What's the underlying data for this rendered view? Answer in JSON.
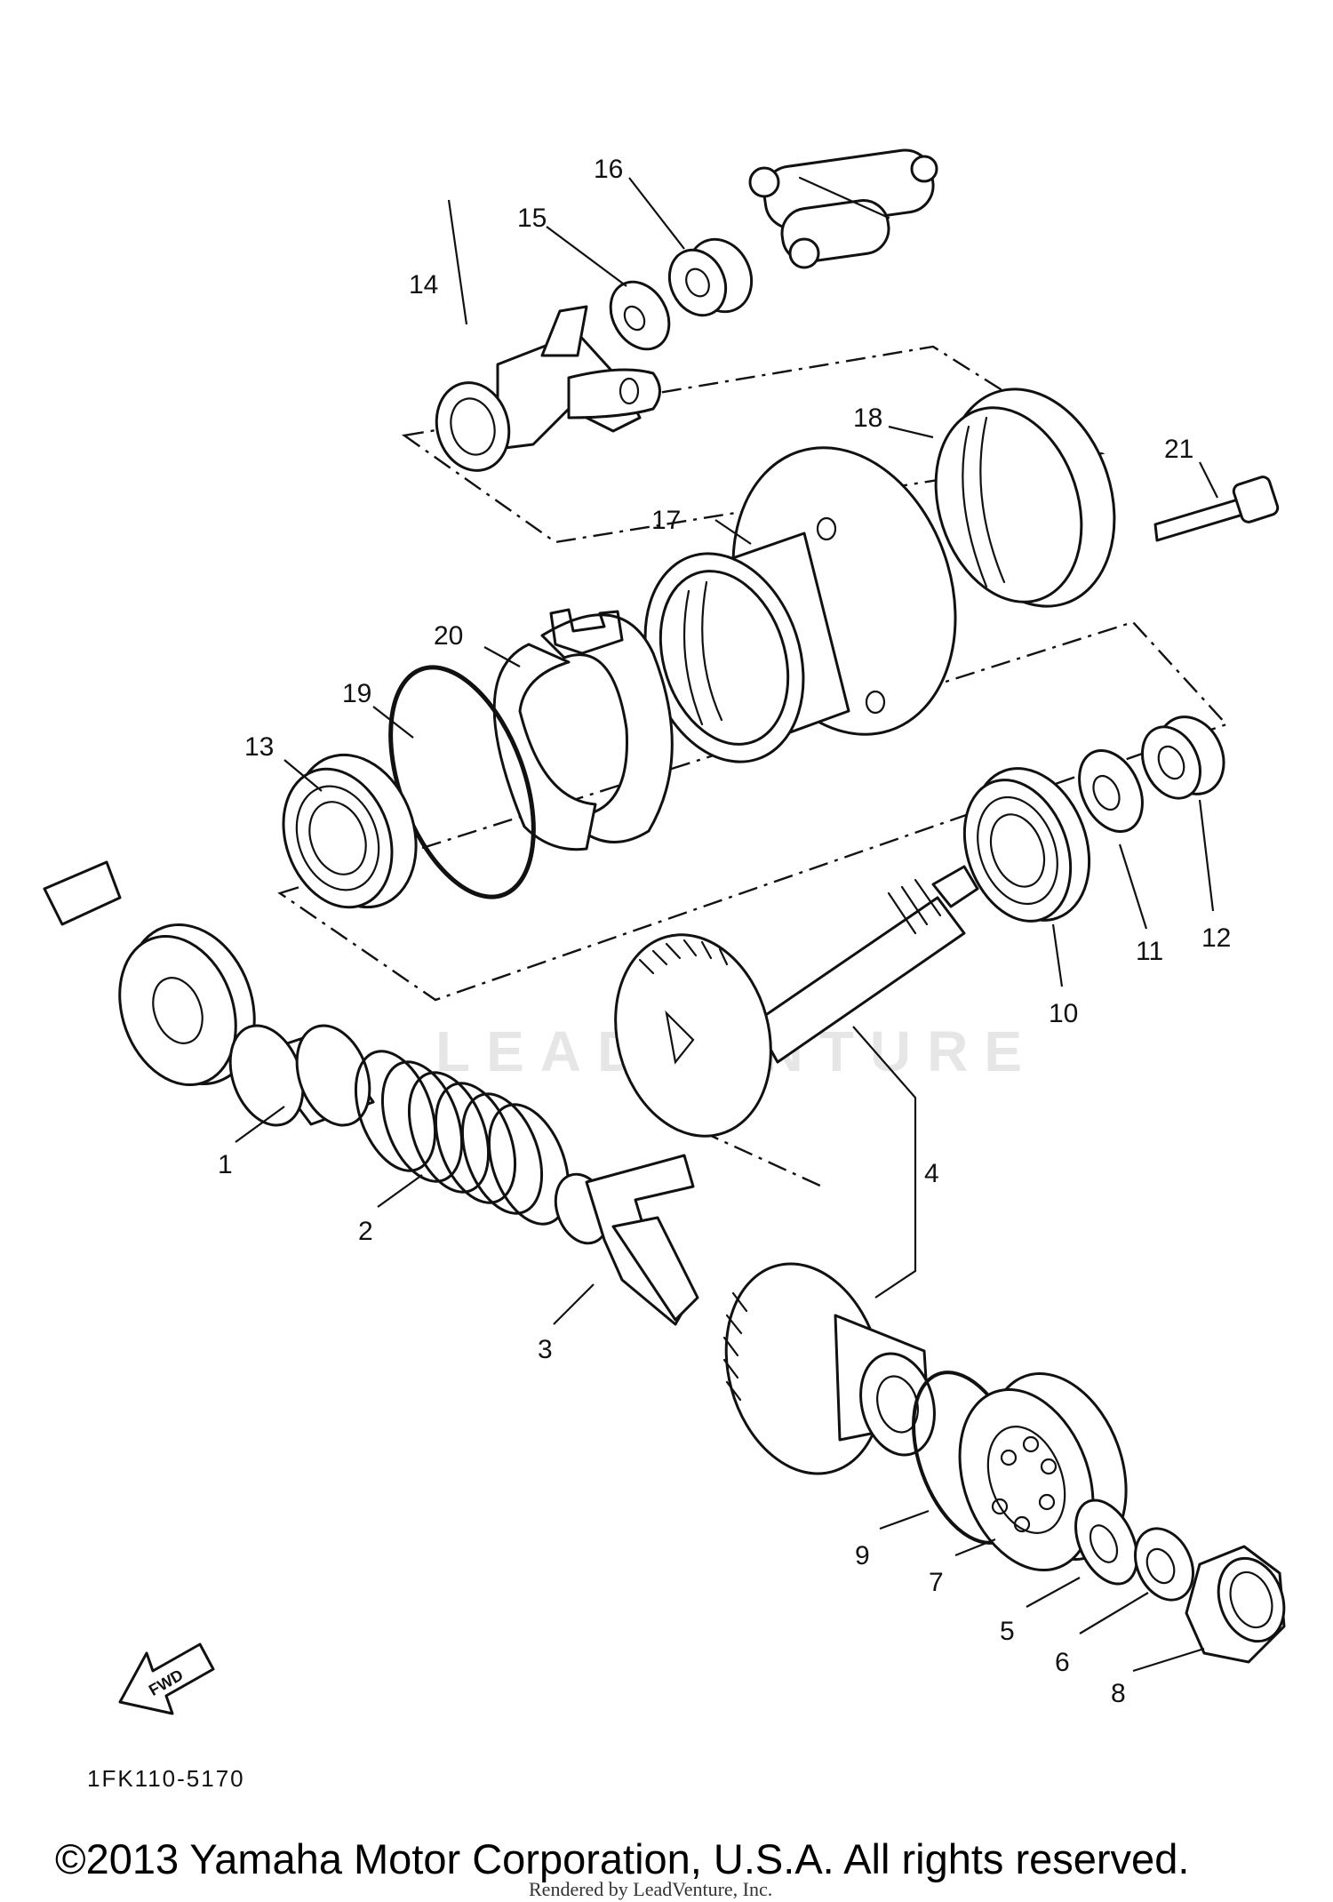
{
  "diagram": {
    "callouts": [
      "1",
      "2",
      "3",
      "4",
      "5",
      "6",
      "7",
      "8",
      "9",
      "10",
      "11",
      "12",
      "13",
      "14",
      "15",
      "16",
      "17",
      "18",
      "19",
      "20",
      "21"
    ],
    "ref_code": "1FK110-5170",
    "fwd_label": "FWD",
    "watermark": "LEADVENTURE",
    "copyright": "©2013 Yamaha Motor Corporation, U.S.A. All rights reserved.",
    "rendered_by": "Rendered by LeadVenture, Inc."
  }
}
